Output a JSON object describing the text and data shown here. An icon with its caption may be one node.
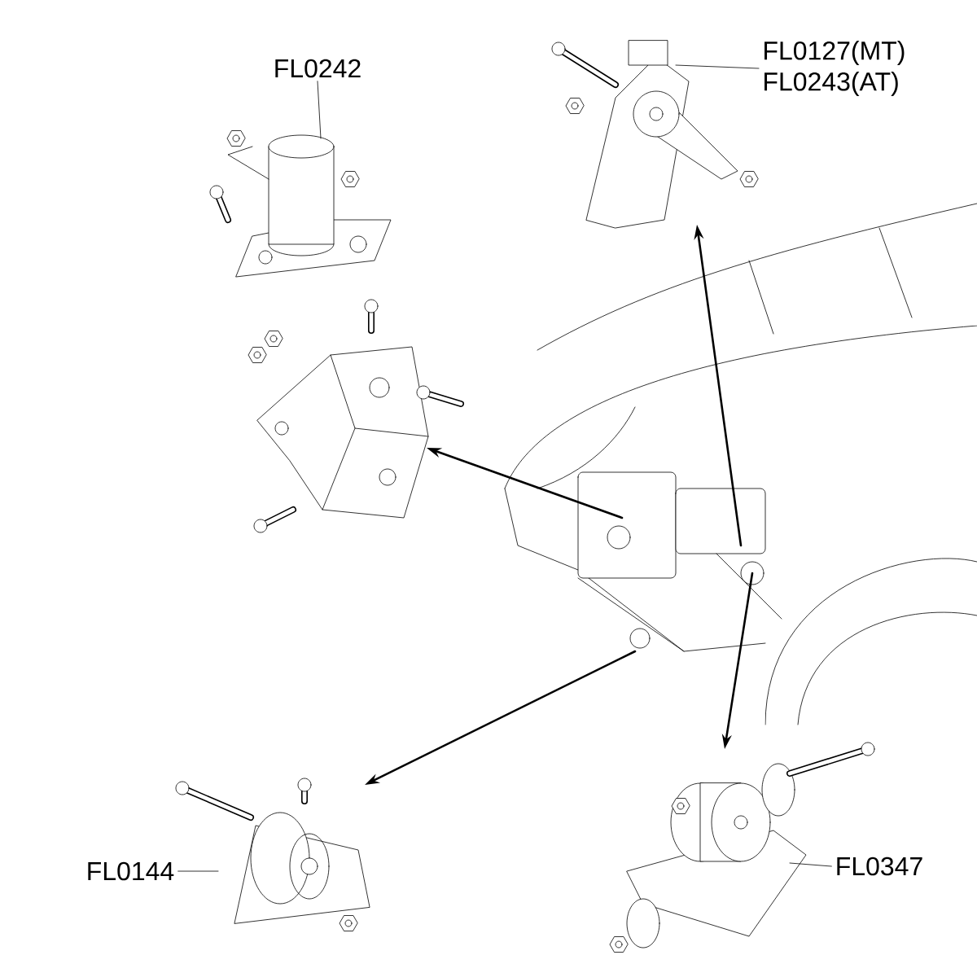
{
  "diagram": {
    "nodes": [
      {
        "text": [
          "FL0242"
        ]
      },
      {
        "text": [],
        "shape": "picture"
      },
      {
        "text": [
          "FL0127(MT)",
          "FL0243(AT)"
        ]
      },
      {
        "text": [],
        "shape": "picture"
      },
      {
        "text": [],
        "shape": "picture"
      },
      {
        "text": [],
        "shape": "picture"
      },
      {
        "text": [
          "FL0144"
        ]
      },
      {
        "text": [],
        "shape": "picture"
      },
      {
        "text": [
          "FL0347"
        ]
      },
      {
        "text": [],
        "shape": "picture"
      }
    ],
    "edges": [
      {
        "from": 0,
        "to": 1,
        "arrow": "none"
      },
      {
        "from": 2,
        "to": 3,
        "arrow": "none"
      },
      {
        "from": 6,
        "to": 7,
        "arrow": "none"
      },
      {
        "from": 8,
        "to": 9,
        "arrow": "none"
      },
      {
        "from": 5,
        "to": 3,
        "arrow": "to"
      },
      {
        "from": 5,
        "to": 4,
        "arrow": "to"
      },
      {
        "from": 5,
        "to": 7,
        "arrow": "to"
      },
      {
        "from": 5,
        "to": 9,
        "arrow": "to"
      }
    ]
  }
}
